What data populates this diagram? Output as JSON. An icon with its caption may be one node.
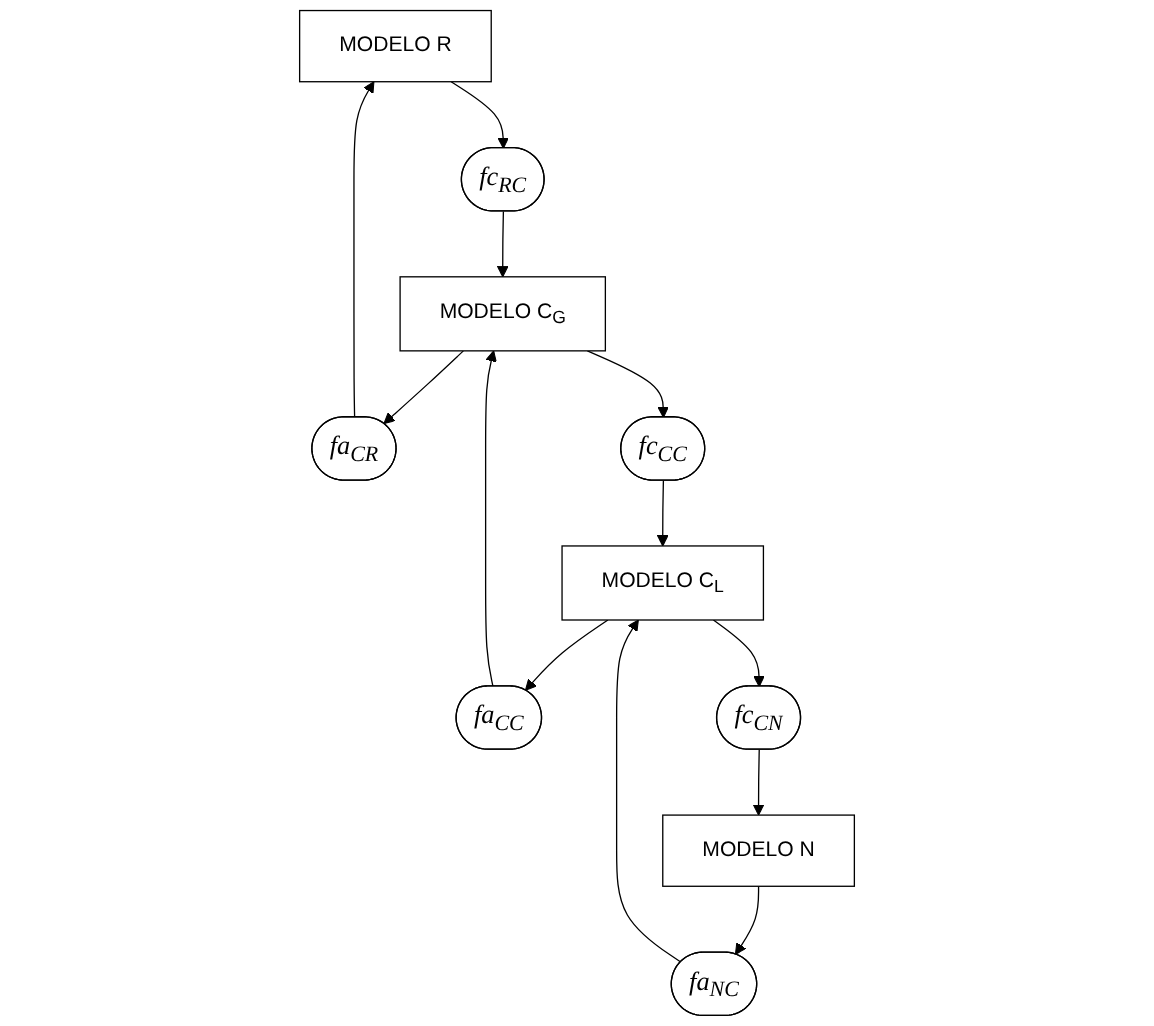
{
  "diagram": {
    "nodes": [
      {
        "text": [
          "MODELO R"
        ]
      },
      {
        "text": [
          "fc$_{RC}$"
        ]
      },
      {
        "text": [
          "fa$_{CR}$"
        ]
      },
      {
        "text": [
          "MODELO C$_{G}$"
        ]
      },
      {
        "text": [
          "fc$_{CC}$"
        ]
      },
      {
        "text": [
          "fa$_{CC}$"
        ]
      },
      {
        "text": [
          "MODELO C$_{L}$"
        ]
      },
      {
        "text": [
          "fc$_{CN}$"
        ]
      },
      {
        "text": [
          "fa$_{NC}$"
        ]
      },
      {
        "text": [
          "MODELO N"
        ]
      }
    ],
    "edges": [
      {
        "from": 0,
        "to": 1,
        "arrow": "to"
      },
      {
        "from": 2,
        "to": 0,
        "arrow": "to"
      },
      {
        "from": 1,
        "to": 3,
        "arrow": "to"
      },
      {
        "from": 3,
        "to": 2,
        "arrow": "to"
      },
      {
        "from": 3,
        "to": 4,
        "arrow": "to"
      },
      {
        "from": 5,
        "to": 3,
        "arrow": "to"
      },
      {
        "from": 4,
        "to": 6,
        "arrow": "to"
      },
      {
        "from": 6,
        "to": 5,
        "arrow": "to"
      },
      {
        "from": 6,
        "to": 7,
        "arrow": "to"
      },
      {
        "from": 8,
        "to": 6,
        "arrow": "to"
      },
      {
        "from": 7,
        "to": 9,
        "arrow": "to"
      },
      {
        "from": 9,
        "to": 8,
        "arrow": "to"
      }
    ]
  }
}
